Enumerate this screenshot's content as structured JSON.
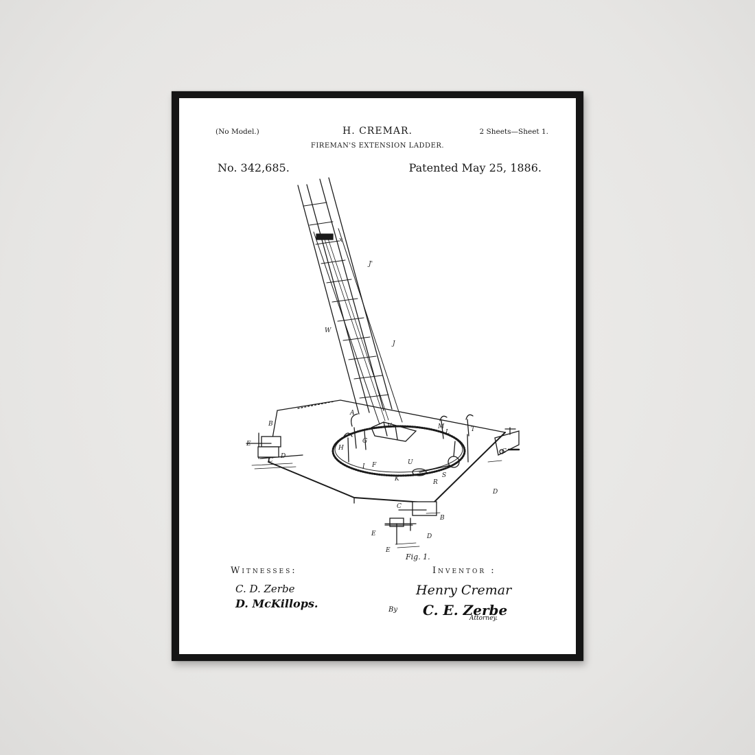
{
  "patent": {
    "model_note": "(No Model.)",
    "inventor_name": "H. CREMAR.",
    "sheet_note": "2 Sheets—Sheet 1.",
    "title": "FIREMAN'S EXTENSION LADDER.",
    "number": "No. 342,685.",
    "date": "Patented May 25, 1886.",
    "figure_label": "Fig. 1.",
    "witnesses_label": "Witnesses:",
    "inventor_label": "Inventor :",
    "witness_signature_1": "C. D. Zerbe",
    "witness_signature_2": "D. McKillops.",
    "inventor_signature": "Henry Cremar",
    "by_label": "By",
    "attorney_signature": "C. E. Zerbe",
    "attorney_label": "Attorney."
  },
  "drawing_labels": [
    "x",
    "J'",
    "W",
    "J",
    "A",
    "B",
    "E",
    "C",
    "D",
    "H",
    "G",
    "I",
    "F",
    "K",
    "U",
    "V",
    "M",
    "L",
    "T",
    "R",
    "S",
    "C",
    "D",
    "C",
    "E",
    "E",
    "B",
    "D"
  ],
  "colors": {
    "wall": "#e9e8e6",
    "frame": "#151515",
    "paper": "#ffffff",
    "ink": "#1a1a1a"
  }
}
